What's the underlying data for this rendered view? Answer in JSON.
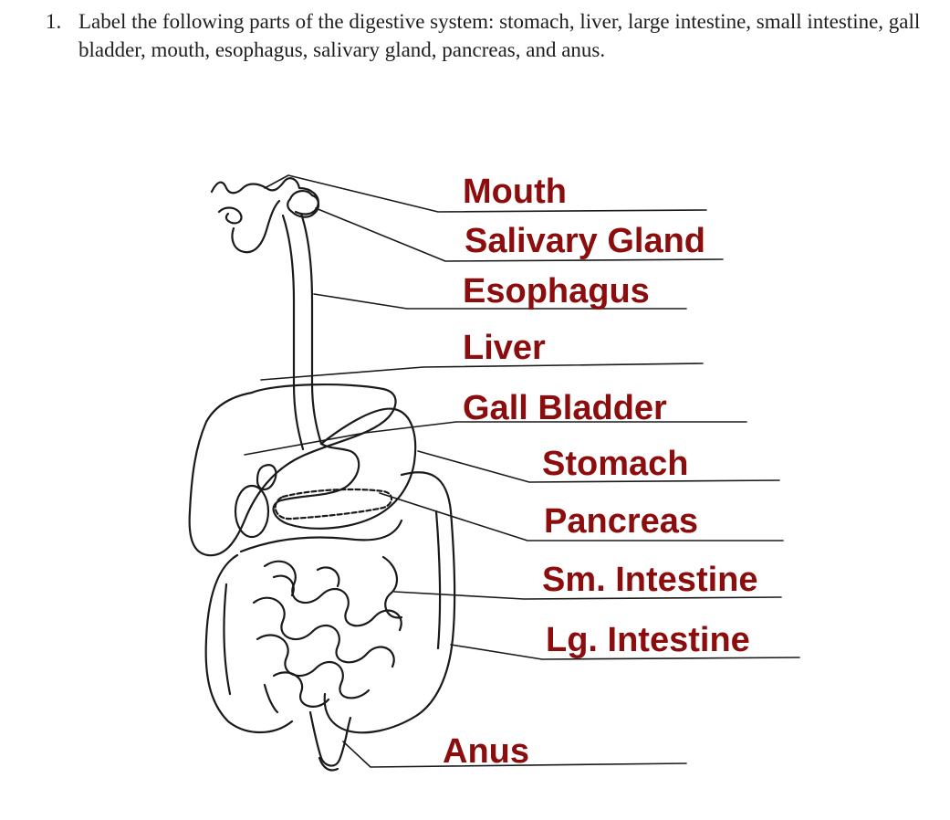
{
  "question": {
    "number": "1.",
    "text": "Label the following parts of the digestive system: stomach, liver, large intestine, small intestine, gall bladder, mouth, esophagus, salivary gland, pancreas, and anus."
  },
  "labels": {
    "mouth": "Mouth",
    "salivary_gland": "Salivary Gland",
    "esophagus": "Esophagus",
    "liver": "Liver",
    "gall_bladder": "Gall Bladder",
    "stomach": "Stomach",
    "pancreas": "Pancreas",
    "small_intestine": "Sm. Intestine",
    "large_intestine": "Lg. Intestine",
    "anus": "Anus"
  },
  "colors": {
    "label": "#8b0d0d",
    "ink": "#1a1a1a"
  }
}
